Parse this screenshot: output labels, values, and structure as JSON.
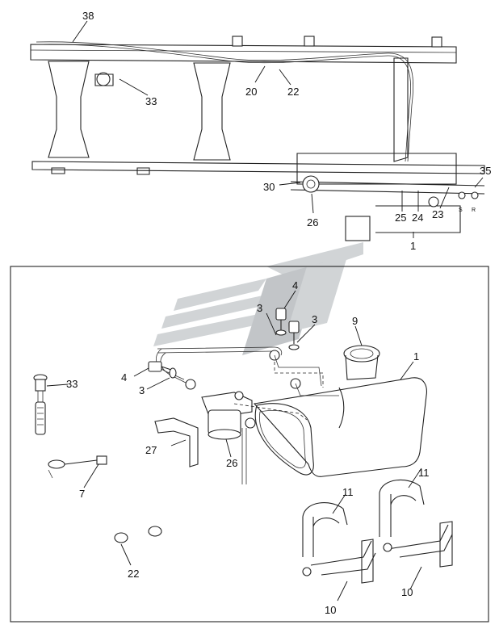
{
  "callouts": {
    "c38": "38",
    "c33a": "33",
    "c20": "20",
    "c22a": "22",
    "c30": "30",
    "c26a": "26",
    "c25": "25",
    "c24": "24",
    "c23": "23",
    "c35": "35",
    "c1a": "1",
    "c4a": "4",
    "c3a": "3",
    "c3b": "3",
    "c9": "9",
    "c1b": "1",
    "c4b": "4",
    "c3c": "3",
    "c33b": "33",
    "c27": "27",
    "c26b": "26",
    "c7": "7",
    "c11a": "11",
    "c11b": "11",
    "c22b": "22",
    "c10a": "10",
    "c10b": "10"
  },
  "port_labels": {
    "s": "S",
    "r": "R"
  },
  "colors": {
    "line": "#222222",
    "watermark": "#c9cdd0",
    "background": "#ffffff"
  }
}
